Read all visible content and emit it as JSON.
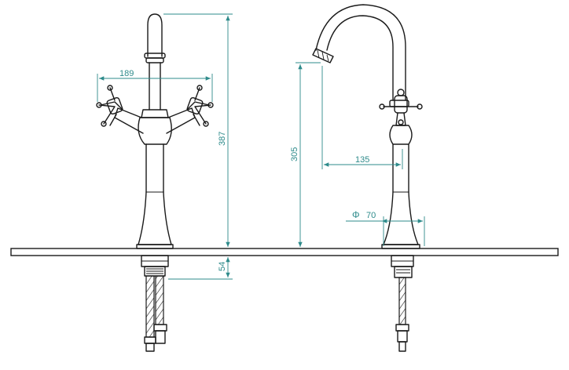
{
  "drawing": {
    "colors": {
      "line": "#1a1a1a",
      "dimension": "#2e8b8b"
    },
    "dimensions": {
      "handle_span": "189",
      "total_height": "387",
      "below_counter": "54",
      "spout_height": "305",
      "spout_reach": "135",
      "base_diameter_symbol": "Φ",
      "base_diameter": "70"
    }
  }
}
